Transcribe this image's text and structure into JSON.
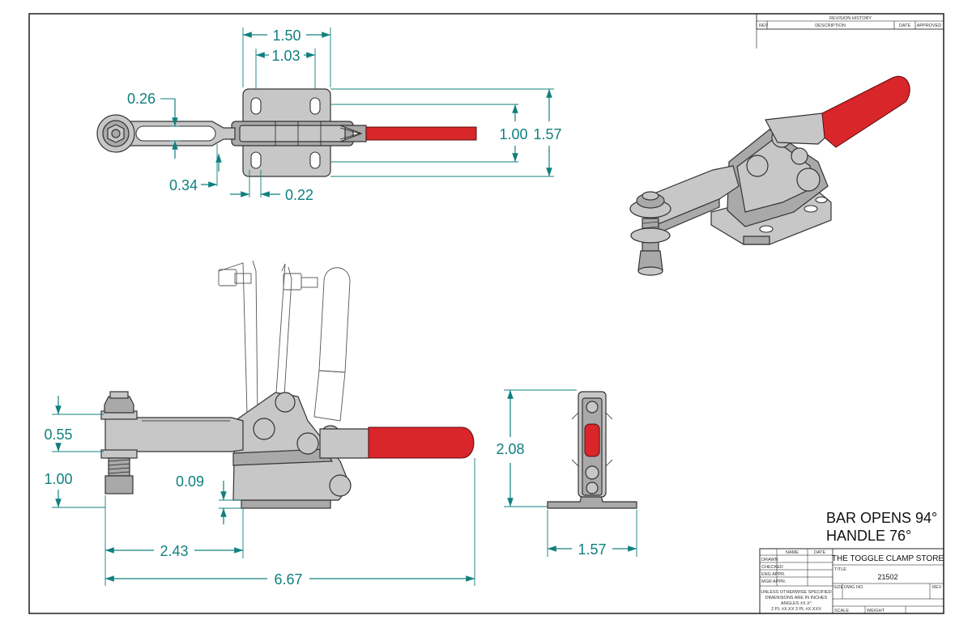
{
  "dimensions": {
    "top": {
      "d150": "1.50",
      "d103": "1.03",
      "d026": "0.26",
      "d100": "1.00",
      "d157": "1.57",
      "d034": "0.34",
      "d022": "0.22"
    },
    "side": {
      "d055": "0.55",
      "d100": "1.00",
      "d009": "0.09",
      "d243": "2.43",
      "d667": "6.67"
    },
    "end": {
      "d208": "2.08",
      "d157": "1.57"
    }
  },
  "notes": {
    "line1": "BAR OPENS 94°",
    "line2": "HANDLE 76°"
  },
  "revision_block": {
    "title": "REVISION HISTORY",
    "rev": "REV",
    "description": "DESCRIPTION",
    "date": "DATE",
    "approved": "APPROVED"
  },
  "title_block": {
    "name_header": "NAME",
    "date_header": "DATE",
    "rows": [
      "DRAWN",
      "CHECKED",
      "ENG APPR.",
      "MGR APPR."
    ],
    "tolerance": [
      "UNLESS OTHERWISE SPECIFIED",
      "DIMENSIONS ARE IN INCHES",
      "ANGLES ±X.X°",
      "2 PL ±X.XX  3 PL ±X.XXX"
    ],
    "company": "THE TOGGLE CLAMP STORE",
    "title_label": "TITLE",
    "part_number": "21502",
    "size_label": "SIZE",
    "dwg_label": "DWG NO",
    "rev_label": "REV",
    "scale_label": "SCALE",
    "weight_label": "WEIGHT"
  },
  "colors": {
    "dimension": "#10807f",
    "handle": "#d8262b",
    "metal": "#c7c7c7"
  }
}
